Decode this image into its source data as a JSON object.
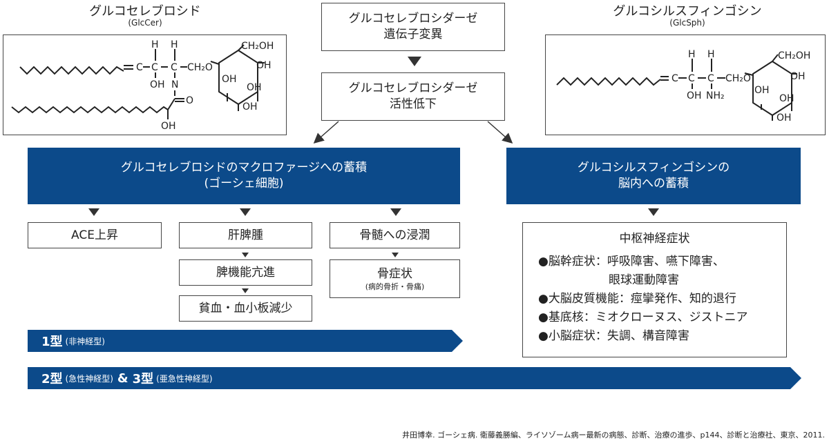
{
  "left_header": {
    "title": "グルコセレブロシド",
    "abbr": "(GlcCer)"
  },
  "right_header": {
    "title": "グルコシルスフィンゴシン",
    "abbr": "(GlcSph)"
  },
  "mutation_box": {
    "line1": "グルコセレブロシダーゼ",
    "line2": "遺伝子変異"
  },
  "activity_box": {
    "line1": "グルコセレブロシダーゼ",
    "line2": "活性低下"
  },
  "macrophage_box": {
    "line1": "グルコセレブロシドのマクロファージへの蓄積",
    "line2": "(ゴーシェ細胞)"
  },
  "brain_box": {
    "line1": "グルコシルスフィンゴシンの",
    "line2": "脳内への蓄積"
  },
  "ace_box": "ACE上昇",
  "liver_chain": [
    "肝脾腫",
    "脾機能亢進",
    "貧血・血小板減少"
  ],
  "bone_chain": {
    "item1": "骨髄への浸潤",
    "item2": "骨症状",
    "item2_sub": "(病的骨折・骨痛)"
  },
  "cns_box": {
    "title": "中枢神経症状",
    "items": [
      "●脳幹症状：呼吸障害、嚥下障害、",
      "　　　　　　眼球運動障害",
      "●大脳皮質機能：痙攣発作、知的退行",
      "●基底核：ミオクローヌス、ジストニア",
      "●小脳症状：失調、構音障害"
    ]
  },
  "type1_bar": {
    "main": "1型",
    "sub": "(非神経型)"
  },
  "type23_bar": {
    "main1": "2型",
    "sub1": "(急性神経型)",
    "amp": "&",
    "main2": "3型",
    "sub2": "(亜急性神経型)"
  },
  "chem_glccer": {
    "H": "H",
    "OH": "OH",
    "N": "N",
    "CH2O": "CH₂O",
    "O": "O",
    "CH2OH": "CH₂OH"
  },
  "chem_glcsph": {
    "H": "H",
    "OH": "OH",
    "NH2": "NH₂",
    "CH2O": "CH₂O",
    "CH2OH": "CH₂OH"
  },
  "citation": "井田博幸. ゴーシェ病. 衛藤義勝編、ライソゾーム病ー最新の病態、診断、治療の進歩、p144、診断と治療社、東京、2011."
}
